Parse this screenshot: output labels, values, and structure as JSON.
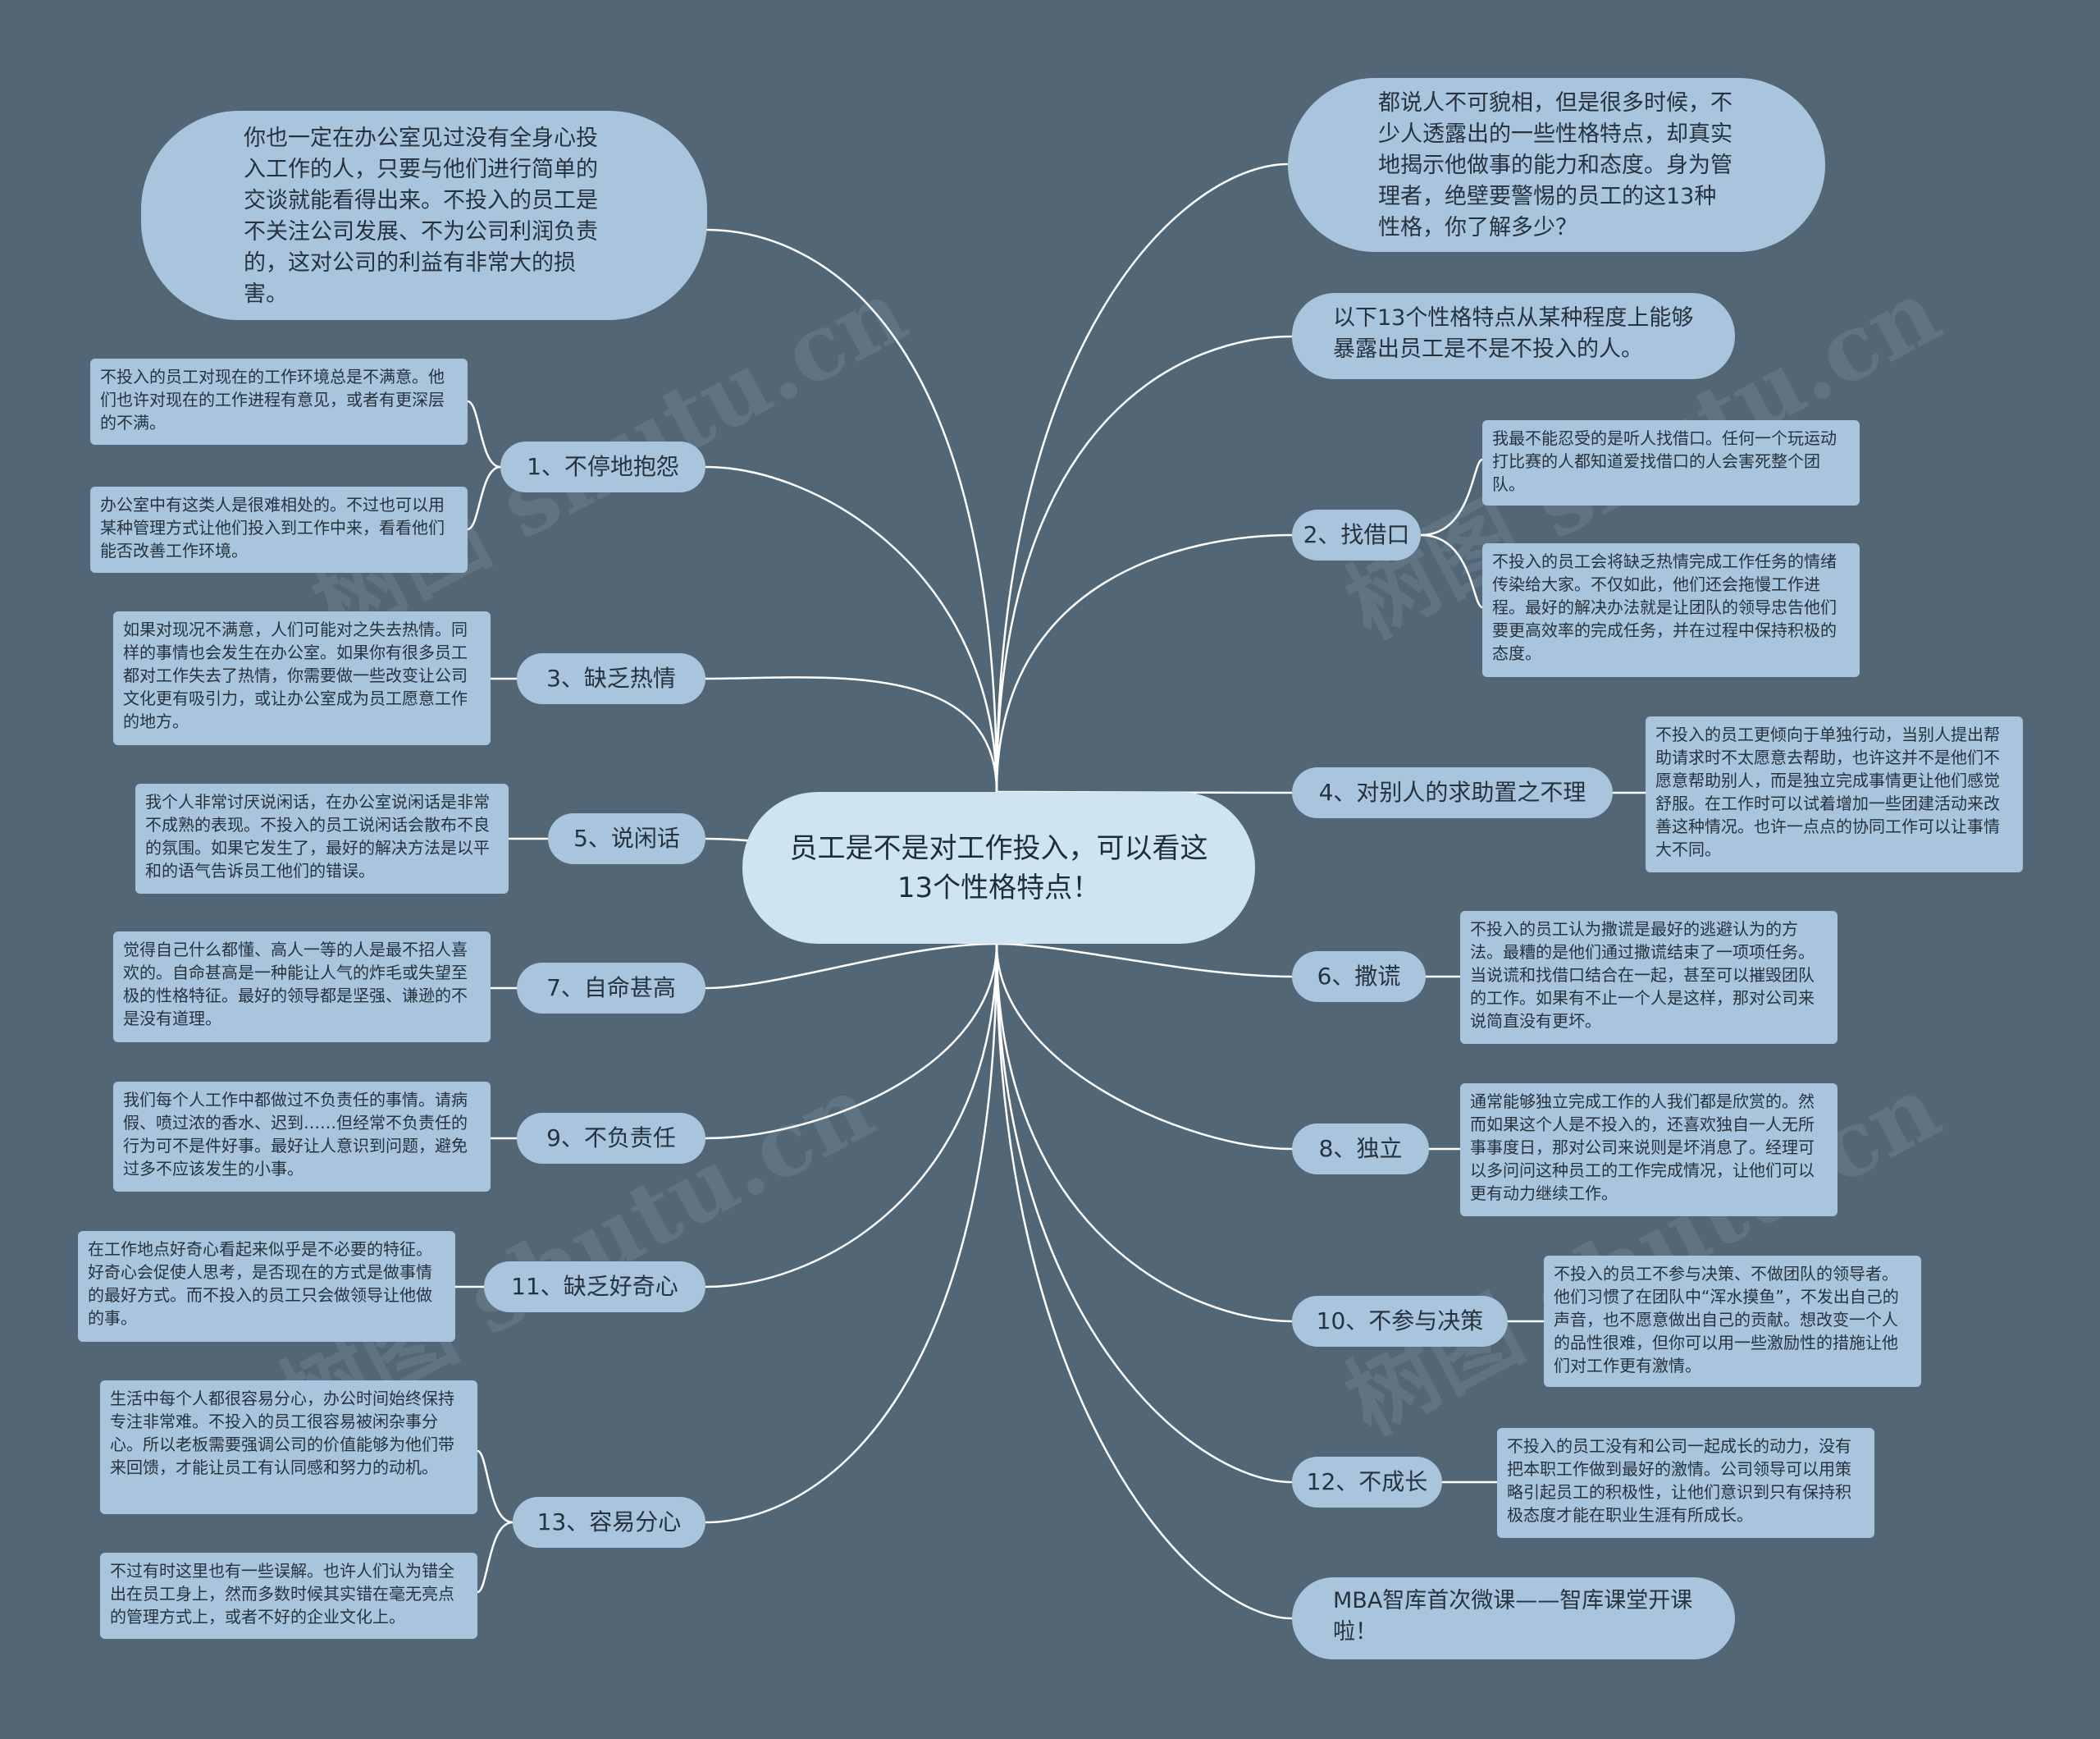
{
  "center": {
    "text": "员工是不是对工作投入，可以看这13个性格特点！"
  },
  "intro_left": "你也一定在办公室见过没有全身心投入工作的人，只要与他们进行简单的交谈就能看得出来。不投入的员工是不关注公司发展、不为公司利润负责的，这对公司的利益有非常大的损害。",
  "intro_right": "都说人不可貌相，但是很多时候，不少人透露出的一些性格特点，却真实地揭示他做事的能力和态度。身为管理者，绝壁要警惕的员工的这13种性格，你了解多少？",
  "intro_right2": "以下13个性格特点从某种程度上能够暴露出员工是不是不投入的人。",
  "footer_link": "MBA智库首次微课——智库课堂开课啦！",
  "topics": {
    "t1": "1、不停地抱怨",
    "t2": "2、找借口",
    "t3": "3、缺乏热情",
    "t4": "4、对别人的求助置之不理",
    "t5": "5、说闲话",
    "t6": "6、撒谎",
    "t7": "7、自命甚高",
    "t8": "8、独立",
    "t9": "9、不负责任",
    "t10": "10、不参与决策",
    "t11": "11、缺乏好奇心",
    "t12": "12、不成长",
    "t13": "13、容易分心"
  },
  "notes": {
    "n1a": "不投入的员工对现在的工作环境总是不满意。他们也许对现在的工作进程有意见，或者有更深层的不满。",
    "n1b": "办公室中有这类人是很难相处的。不过也可以用某种管理方式让他们投入到工作中来，看看他们能否改善工作环境。",
    "n2a": "我最不能忍受的是听人找借口。任何一个玩运动打比赛的人都知道爱找借口的人会害死整个团队。",
    "n2b": "不投入的员工会将缺乏热情完成工作任务的情绪传染给大家。不仅如此，他们还会拖慢工作进程。最好的解决办法就是让团队的领导忠告他们要更高效率的完成任务，并在过程中保持积极的态度。",
    "n3": "如果对现况不满意，人们可能对之失去热情。同样的事情也会发生在办公室。如果你有很多员工都对工作失去了热情，你需要做一些改变让公司文化更有吸引力，或让办公室成为员工愿意工作的地方。",
    "n4": "不投入的员工更倾向于单独行动，当别人提出帮助请求时不太愿意去帮助，也许这并不是他们不愿意帮助别人，而是独立完成事情更让他们感觉舒服。在工作时可以试着增加一些团建活动来改善这种情况。也许一点点的协同工作可以让事情大不同。",
    "n5": "我个人非常讨厌说闲话，在办公室说闲话是非常不成熟的表现。不投入的员工说闲话会散布不良的氛围。如果它发生了，最好的解决方法是以平和的语气告诉员工他们的错误。",
    "n6": "不投入的员工认为撒谎是最好的逃避认为的方法。最糟的是他们通过撒谎结束了一项项任务。当说谎和找借口结合在一起，甚至可以摧毁团队的工作。如果有不止一个人是这样，那对公司来说简直没有更坏。",
    "n7": "觉得自己什么都懂、高人一等的人是最不招人喜欢的。自命甚高是一种能让人气的炸毛或失望至极的性格特征。最好的领导都是坚强、谦逊的不是没有道理。",
    "n8": "通常能够独立完成工作的人我们都是欣赏的。然而如果这个人是不投入的，还喜欢独自一人无所事事度日，那对公司来说则是坏消息了。经理可以多问问这种员工的工作完成情况，让他们可以更有动力继续工作。",
    "n9": "我们每个人工作中都做过不负责任的事情。请病假、喷过浓的香水、迟到……但经常不负责任的行为可不是件好事。最好让人意识到问题，避免过多不应该发生的小事。",
    "n10": "不投入的员工不参与决策、不做团队的领导者。他们习惯了在团队中“浑水摸鱼”，不发出自己的声音，也不愿意做出自己的贡献。想改变一个人的品性很难，但你可以用一些激励性的措施让他们对工作更有激情。",
    "n11": "在工作地点好奇心看起来似乎是不必要的特征。好奇心会促使人思考，是否现在的方式是做事情的最好方式。而不投入的员工只会做领导让他做的事。",
    "n12": "不投入的员工没有和公司一起成长的动力，没有把本职工作做到最好的激情。公司领导可以用策略引起员工的积极性，让他们意识到只有保持积极态度才能在职业生涯有所成长。",
    "n13a": "生活中每个人都很容易分心，办公时间始终保持专注非常难。不投入的员工很容易被闲杂事分心。所以老板需要强调公司的价值能够为他们带来回馈，才能让员工有认同感和努力的动机。",
    "n13b": "不过有时这里也有一些误解。也许人们认为错全出在员工身上，然而多数时候其实错在毫无亮点的管理方式上，或者不好的企业文化上。"
  },
  "watermark": "树图 shutu.cn",
  "colors": {
    "background": "#526676",
    "node": "#a9c5dd",
    "center": "#cfe4f1",
    "line": "#ffffff"
  }
}
